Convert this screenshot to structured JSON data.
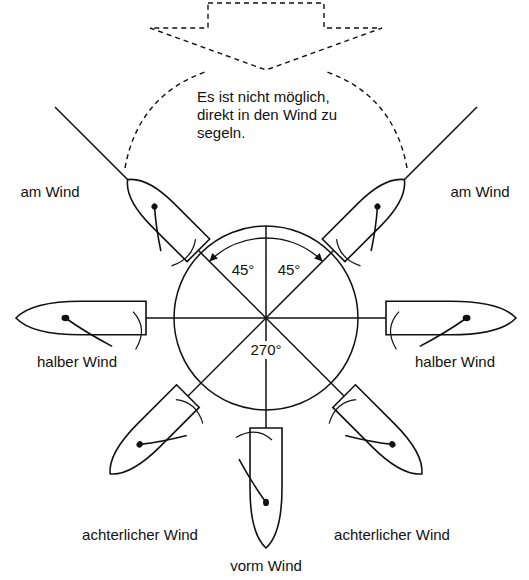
{
  "diagram": {
    "labels": [
      "Es ist nicht möglich, direkt in den Wind zu segeln.",
      "am Wind",
      "45°",
      "45°",
      "am Wind",
      "halber Wind",
      "270°",
      "halber Wind",
      "achterlicher Wind",
      "achterlicher Wind",
      "vorm Wind"
    ]
  }
}
